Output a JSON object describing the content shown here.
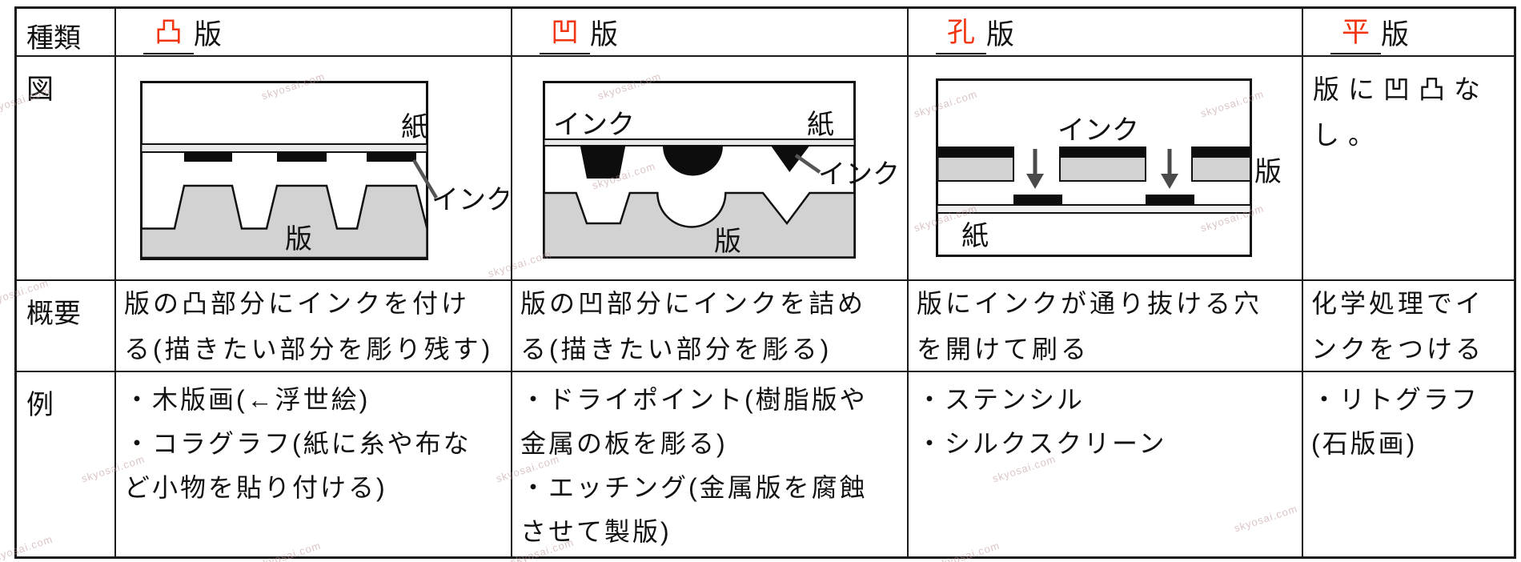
{
  "watermark": "skyosai.com",
  "colors": {
    "accent_red": "#f23511",
    "plate_gray": "#d2d2d2",
    "paper_strip_gray": "#e9e9e9",
    "ink_black": "#0d0d0d",
    "grid_line": "#1a1a1a"
  },
  "table": {
    "row_labels": {
      "type": "種類",
      "figure": "図",
      "summary": "概要",
      "examples": "例"
    },
    "types": [
      {
        "blank_char": "凸",
        "suffix": "版"
      },
      {
        "blank_char": "凹",
        "suffix": "版"
      },
      {
        "blank_char": "孔",
        "suffix": "版"
      },
      {
        "blank_char": "平",
        "suffix": "版"
      }
    ],
    "figures": {
      "relief": {
        "paper": "紙",
        "ink": "インク",
        "plate": "版"
      },
      "intaglio": {
        "ink_top": "インク",
        "paper": "紙",
        "ink": "インク",
        "plate": "版"
      },
      "stencil": {
        "ink": "インク",
        "plate": "版",
        "paper": "紙"
      },
      "planographic_note": "版に凹凸な\nし。"
    },
    "summaries": [
      "版の凸部分にインクを付け\nる(描きたい部分を彫り残す)",
      "版の凹部分にインクを詰め\nる(描きたい部分を彫る)",
      "版にインクが通り抜ける穴\nを開けて刷る",
      "化学処理でイ\nンクをつける"
    ],
    "examples": [
      {
        "items": [
          "・木版画(←浮世絵)",
          "・コラグラフ(紙に糸や布な\nど小物を貼り付ける)"
        ]
      },
      {
        "items": [
          "・ドライポイント(樹脂版や\n金属の板を彫る)",
          "・エッチング(金属版を腐蝕\nさせて製版)"
        ]
      },
      {
        "items": [
          "・ステンシル",
          "・シルクスクリーン"
        ]
      },
      {
        "items": [
          "・リトグラフ\n(石版画)"
        ]
      }
    ]
  }
}
